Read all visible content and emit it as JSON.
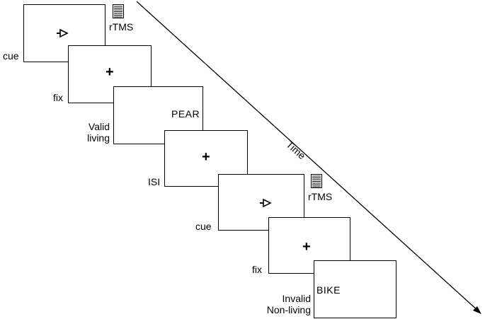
{
  "time_label": "Time",
  "trials": [
    {
      "screens": {
        "cue": {
          "label": "cue",
          "symbol": "cue-arrow-icon"
        },
        "fix": {
          "label": "fix",
          "symbol": "+"
        },
        "target": {
          "word": "PEAR",
          "label_line1": "Valid",
          "label_line2": "living"
        },
        "isi": {
          "label": "ISI",
          "symbol": "+"
        }
      },
      "rtms_label": "rTMS"
    },
    {
      "screens": {
        "cue": {
          "label": "cue",
          "symbol": "cue-arrow-icon"
        },
        "fix": {
          "label": "fix",
          "symbol": "+"
        },
        "target": {
          "word": "BIKE",
          "label_line1": "Invalid",
          "label_line2": "Non-living"
        }
      },
      "rtms_label": "rTMS"
    }
  ],
  "icons": [
    "rtms-pulse-icon",
    "cue-arrow-icon",
    "time-arrow-icon"
  ]
}
